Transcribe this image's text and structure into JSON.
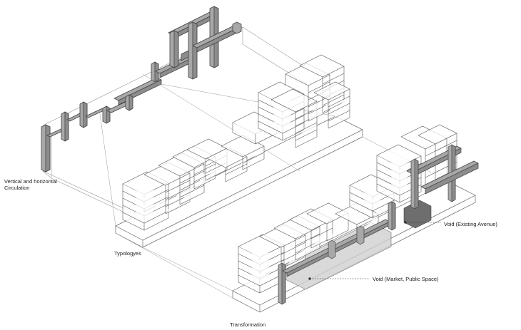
{
  "labels": {
    "circulation_line1": "Vertical and horizontal",
    "circulation_line2": "Circulation",
    "typologies": "Typologyes",
    "transformation": "Transformation",
    "void_avenue": "Void (Existing Avenue)",
    "void_market": "Void (Market, Public Space)"
  },
  "colors": {
    "line": "#555555",
    "light_line": "#9a9a9a",
    "circulation_fill": "#a8a8a8",
    "void_fill_light": "#cfcfcf",
    "void_fill_dark": "#6e6e6e"
  }
}
